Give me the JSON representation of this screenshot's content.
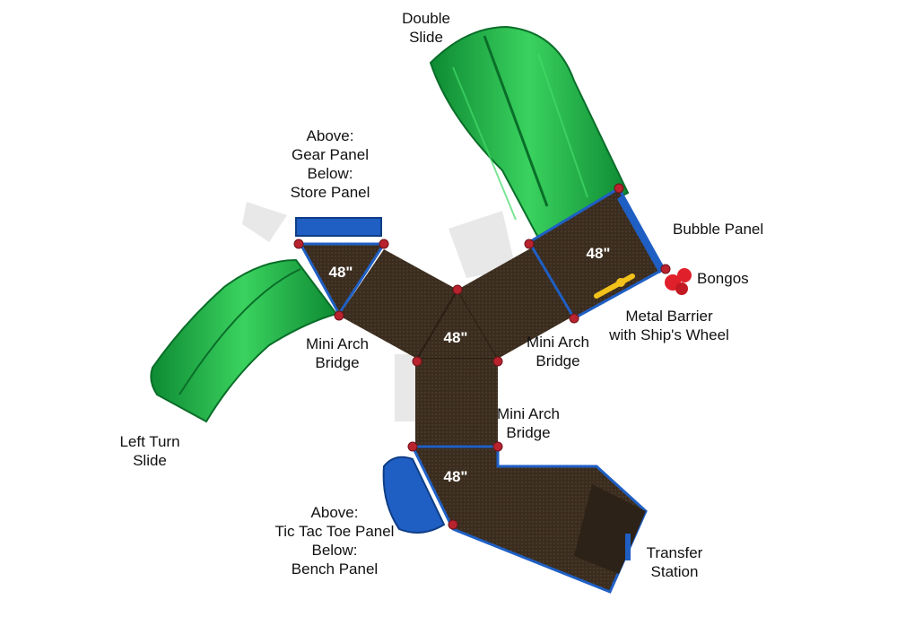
{
  "labels": {
    "double_slide": [
      "Double",
      "Slide"
    ],
    "gear_store": [
      "Above:",
      "Gear Panel",
      "Below:",
      "Store Panel"
    ],
    "bubble_panel": [
      "Bubble Panel"
    ],
    "bongos": [
      "Bongos"
    ],
    "metal_barrier": [
      "Metal Barrier",
      "with Ship's Wheel"
    ],
    "mini_arch_left": [
      "Mini Arch",
      "Bridge"
    ],
    "mini_arch_right": [
      "Mini Arch",
      "Bridge"
    ],
    "mini_arch_lower": [
      "Mini Arch",
      "Bridge"
    ],
    "left_turn_slide": [
      "Left Turn",
      "Slide"
    ],
    "tic_tac_bench": [
      "Above:",
      "Tic Tac Toe Panel",
      "Below:",
      "Bench Panel"
    ],
    "transfer_station": [
      "Transfer",
      "Station"
    ]
  },
  "heights": {
    "left_deck": "48\"",
    "center_deck": "48\"",
    "right_deck": "48\"",
    "bottom_deck": "48\""
  },
  "colors": {
    "slide_green": "#1fb84a",
    "slide_green_dark": "#0e8a33",
    "deck_brown": "#3a2c1e",
    "panel_blue": "#1f5fc4",
    "post_red": "#b8232e",
    "bongo_red": "#e0202a",
    "wheel_yellow": "#f2c21b"
  }
}
